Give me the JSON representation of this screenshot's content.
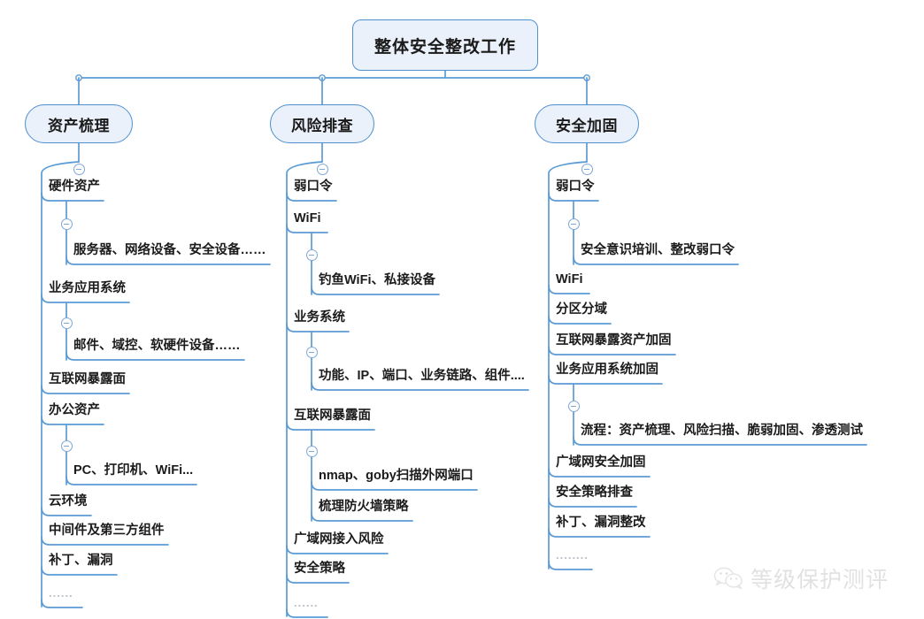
{
  "diagram": {
    "type": "mindmap",
    "title": "整体安全整改工作",
    "colors": {
      "line": "#5b9bd5",
      "node_fill": "#eaf1fa",
      "node_border": "#4f91d0",
      "text": "#1b1b1b",
      "muted": "#b9c0c7"
    },
    "root": {
      "label": "整体安全整改工作"
    },
    "branches": [
      {
        "label": "资产梳理",
        "items": [
          {
            "label": "硬件资产",
            "children": [
              {
                "label": "服务器、网络设备、安全设备……"
              }
            ]
          },
          {
            "label": "业务应用系统",
            "children": [
              {
                "label": "邮件、域控、软硬件设备……"
              }
            ]
          },
          {
            "label": "互联网暴露面",
            "children": []
          },
          {
            "label": "办公资产",
            "children": [
              {
                "label": "PC、打印机、WiFi..."
              }
            ]
          },
          {
            "label": "云环境",
            "children": []
          },
          {
            "label": "中间件及第三方组件",
            "children": []
          },
          {
            "label": "补丁、漏洞",
            "children": []
          },
          {
            "label": "......",
            "children": [],
            "muted": true
          }
        ]
      },
      {
        "label": "风险排查",
        "items": [
          {
            "label": "弱口令",
            "children": []
          },
          {
            "label": "WiFi",
            "children": [
              {
                "label": "钓鱼WiFi、私接设备"
              }
            ]
          },
          {
            "label": "业务系统",
            "children": [
              {
                "label": "功能、IP、端口、业务链路、组件...."
              }
            ]
          },
          {
            "label": "互联网暴露面",
            "children": [
              {
                "label": "nmap、goby扫描外网端口"
              },
              {
                "label": "梳理防火墙策略"
              }
            ]
          },
          {
            "label": "广域网接入风险",
            "children": []
          },
          {
            "label": "安全策略",
            "children": []
          },
          {
            "label": "......",
            "children": [],
            "muted": true
          }
        ]
      },
      {
        "label": "安全加固",
        "items": [
          {
            "label": "弱口令",
            "children": [
              {
                "label": "安全意识培训、整改弱口令"
              }
            ]
          },
          {
            "label": "WiFi",
            "children": []
          },
          {
            "label": "分区分域",
            "children": []
          },
          {
            "label": "互联网暴露资产加固",
            "children": []
          },
          {
            "label": "业务应用系统加固",
            "children": [
              {
                "label": "流程：资产梳理、风险扫描、脆弱加固、渗透测试"
              }
            ]
          },
          {
            "label": "广域网安全加固",
            "children": []
          },
          {
            "label": "安全策略排查",
            "children": []
          },
          {
            "label": "补丁、漏洞整改",
            "children": []
          },
          {
            "label": "........",
            "children": [],
            "muted": true
          }
        ]
      }
    ]
  },
  "watermark": {
    "text": "等级保护测评",
    "icon": "wechat-icon"
  }
}
